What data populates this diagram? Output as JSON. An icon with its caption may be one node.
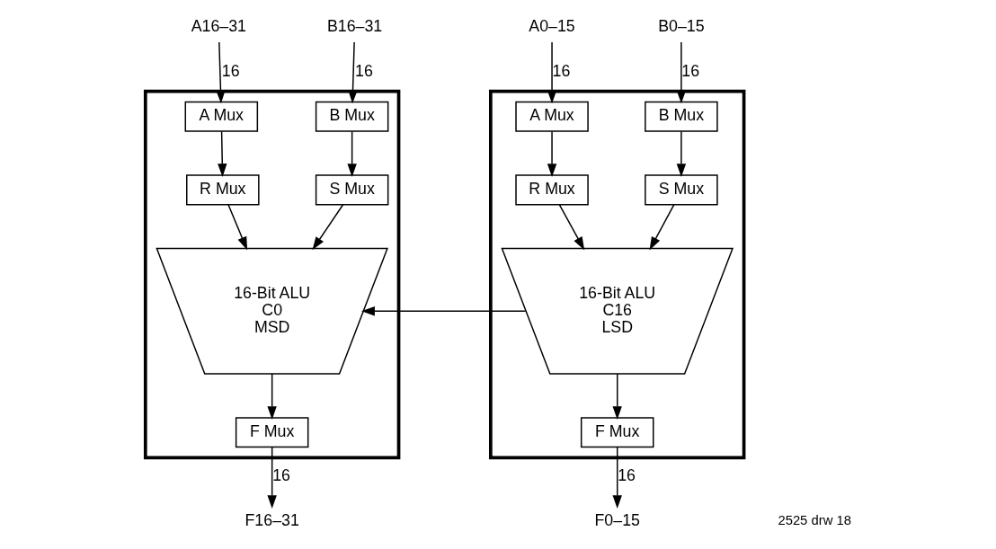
{
  "diagram": {
    "nodes": [
      {
        "text": [
          "A16–31"
        ]
      },
      {
        "text": [
          "B16–31"
        ]
      },
      {
        "text": [
          "A0–15"
        ]
      },
      {
        "text": [
          "B0–15"
        ]
      },
      {
        "text": [],
        "shape": "box"
      },
      {
        "text": [
          "A Mux"
        ],
        "in": 4
      },
      {
        "text": [
          "B Mux"
        ],
        "in": 4
      },
      {
        "text": [
          "R Mux"
        ],
        "in": 4
      },
      {
        "text": [
          "S Mux"
        ],
        "in": 4
      },
      {
        "text": [
          "16-Bit ALU",
          "C0",
          "MSD"
        ],
        "in": 4
      },
      {
        "text": [
          "F Mux"
        ],
        "in": 4
      },
      {
        "text": [],
        "shape": "box"
      },
      {
        "text": [
          "A Mux"
        ],
        "in": 11
      },
      {
        "text": [
          "B Mux"
        ],
        "in": 11
      },
      {
        "text": [
          "R Mux"
        ],
        "in": 11
      },
      {
        "text": [
          "S Mux"
        ],
        "in": 11
      },
      {
        "text": [
          "16-Bit ALU",
          "C16",
          "LSD"
        ],
        "in": 11
      },
      {
        "text": [
          "F Mux"
        ],
        "in": 11
      },
      {
        "text": [
          "F16–31"
        ]
      },
      {
        "text": [
          "F0–15"
        ]
      }
    ],
    "edges": [
      {
        "from": 0,
        "to": 5,
        "arrow": "to",
        "label": "16"
      },
      {
        "from": 1,
        "to": 6,
        "arrow": "to",
        "label": "16"
      },
      {
        "from": 5,
        "to": 7,
        "arrow": "to"
      },
      {
        "from": 6,
        "to": 8,
        "arrow": "to"
      },
      {
        "from": 7,
        "to": 9,
        "arrow": "to"
      },
      {
        "from": 8,
        "to": 9,
        "arrow": "to"
      },
      {
        "from": 9,
        "to": 10,
        "arrow": "to"
      },
      {
        "from": 10,
        "to": 18,
        "arrow": "to",
        "label": "16"
      },
      {
        "from": 2,
        "to": 12,
        "arrow": "to",
        "label": "16"
      },
      {
        "from": 3,
        "to": 13,
        "arrow": "to",
        "label": "16"
      },
      {
        "from": 12,
        "to": 14,
        "arrow": "to"
      },
      {
        "from": 13,
        "to": 15,
        "arrow": "to"
      },
      {
        "from": 14,
        "to": 16,
        "arrow": "to"
      },
      {
        "from": 15,
        "to": 16,
        "arrow": "to"
      },
      {
        "from": 16,
        "to": 17,
        "arrow": "to"
      },
      {
        "from": 17,
        "to": 19,
        "arrow": "to",
        "label": "16"
      },
      {
        "from": 16,
        "to": 9,
        "arrow": "to"
      }
    ],
    "labels": [
      "2525 drw 18"
    ]
  }
}
